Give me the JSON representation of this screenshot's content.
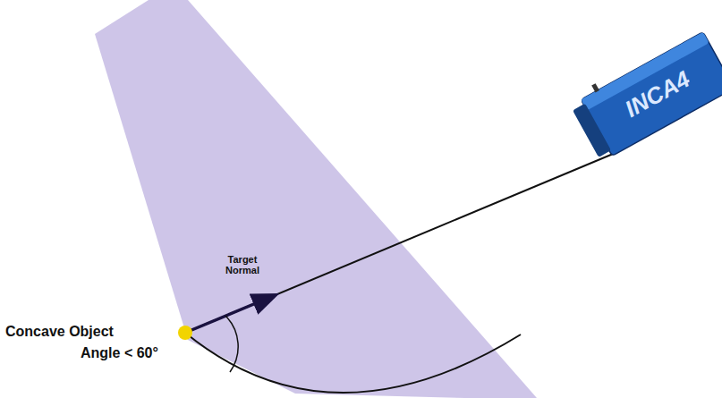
{
  "diagram": {
    "labels": [
      "INCA4",
      "Target Normal",
      "Concave Object",
      "Angle < 60°"
    ]
  }
}
